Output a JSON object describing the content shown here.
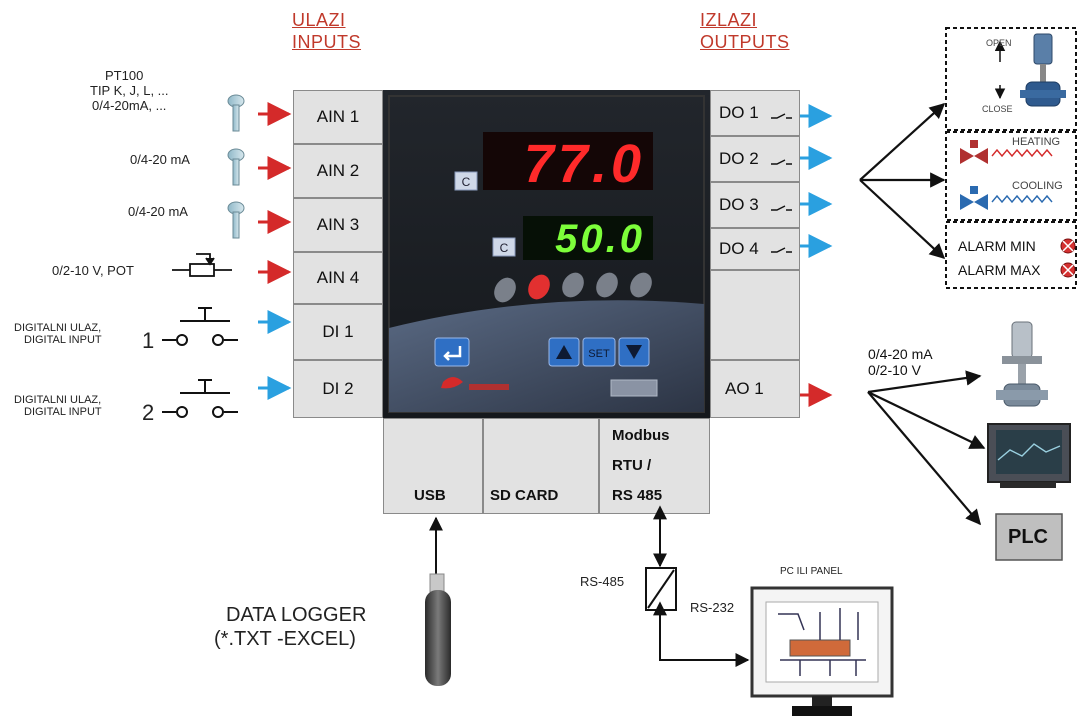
{
  "headers": {
    "inputs_line1": "ULAZI",
    "inputs_line2": "INPUTS",
    "outputs_line1": "IZLAZI",
    "outputs_line2": "OUTPUTS"
  },
  "input_labels": {
    "pt100_line1": "PT100",
    "pt100_line2": "TIP K, J, L, ...",
    "pt100_line3": "0/4-20mA, ...",
    "ain2": "0/4-20 mA",
    "ain3": "0/4-20 mA",
    "ain4": "0/2-10 V, POT",
    "di_line1": "DIGITALNI ULAZ,",
    "di_line2": "DIGITAL INPUT",
    "di1_number": "1",
    "di2_number": "2"
  },
  "input_cells": [
    "AIN 1",
    "AIN 2",
    "AIN 3",
    "AIN 4",
    "DI 1",
    "DI 2"
  ],
  "output_cells": [
    "DO 1",
    "DO 2",
    "DO 3",
    "DO 4",
    "",
    "AO 1"
  ],
  "bottom_cells": {
    "usb": "USB",
    "sdcard": "SD CARD",
    "modbus_line1": "Modbus",
    "modbus_line2": "RTU /",
    "modbus_line3": "RS 485"
  },
  "controller": {
    "unit_symbol": "C",
    "top_display": "77.0",
    "bottom_display": "50.0",
    "set_label": "SET"
  },
  "output_side": {
    "valve_open": "OPEN",
    "valve_close": "CLOSE",
    "heating": "HEATING",
    "cooling": "COOLING",
    "alarm_min": "ALARM MIN",
    "alarm_max": "ALARM MAX",
    "analog_line1": "0/4-20 mA",
    "analog_line2": "0/2-10 V",
    "plc": "PLC"
  },
  "bottom_side": {
    "logger_line1": "DATA LOGGER",
    "logger_line2": "(*.TXT -EXCEL)",
    "rs485": "RS-485",
    "rs232": "RS-232",
    "pc_panel": "PC ILI PANEL"
  },
  "colors": {
    "input_arrow": "#d42a2a",
    "digital_arrow": "#2aa0e0",
    "output_arrow": "#2aa0e0",
    "analog_out_arrow": "#d42a2a",
    "header": "#c0392b",
    "display_red": "#ff2a2a",
    "display_green": "#7dff3a",
    "panel_face": "#1a1d22"
  }
}
